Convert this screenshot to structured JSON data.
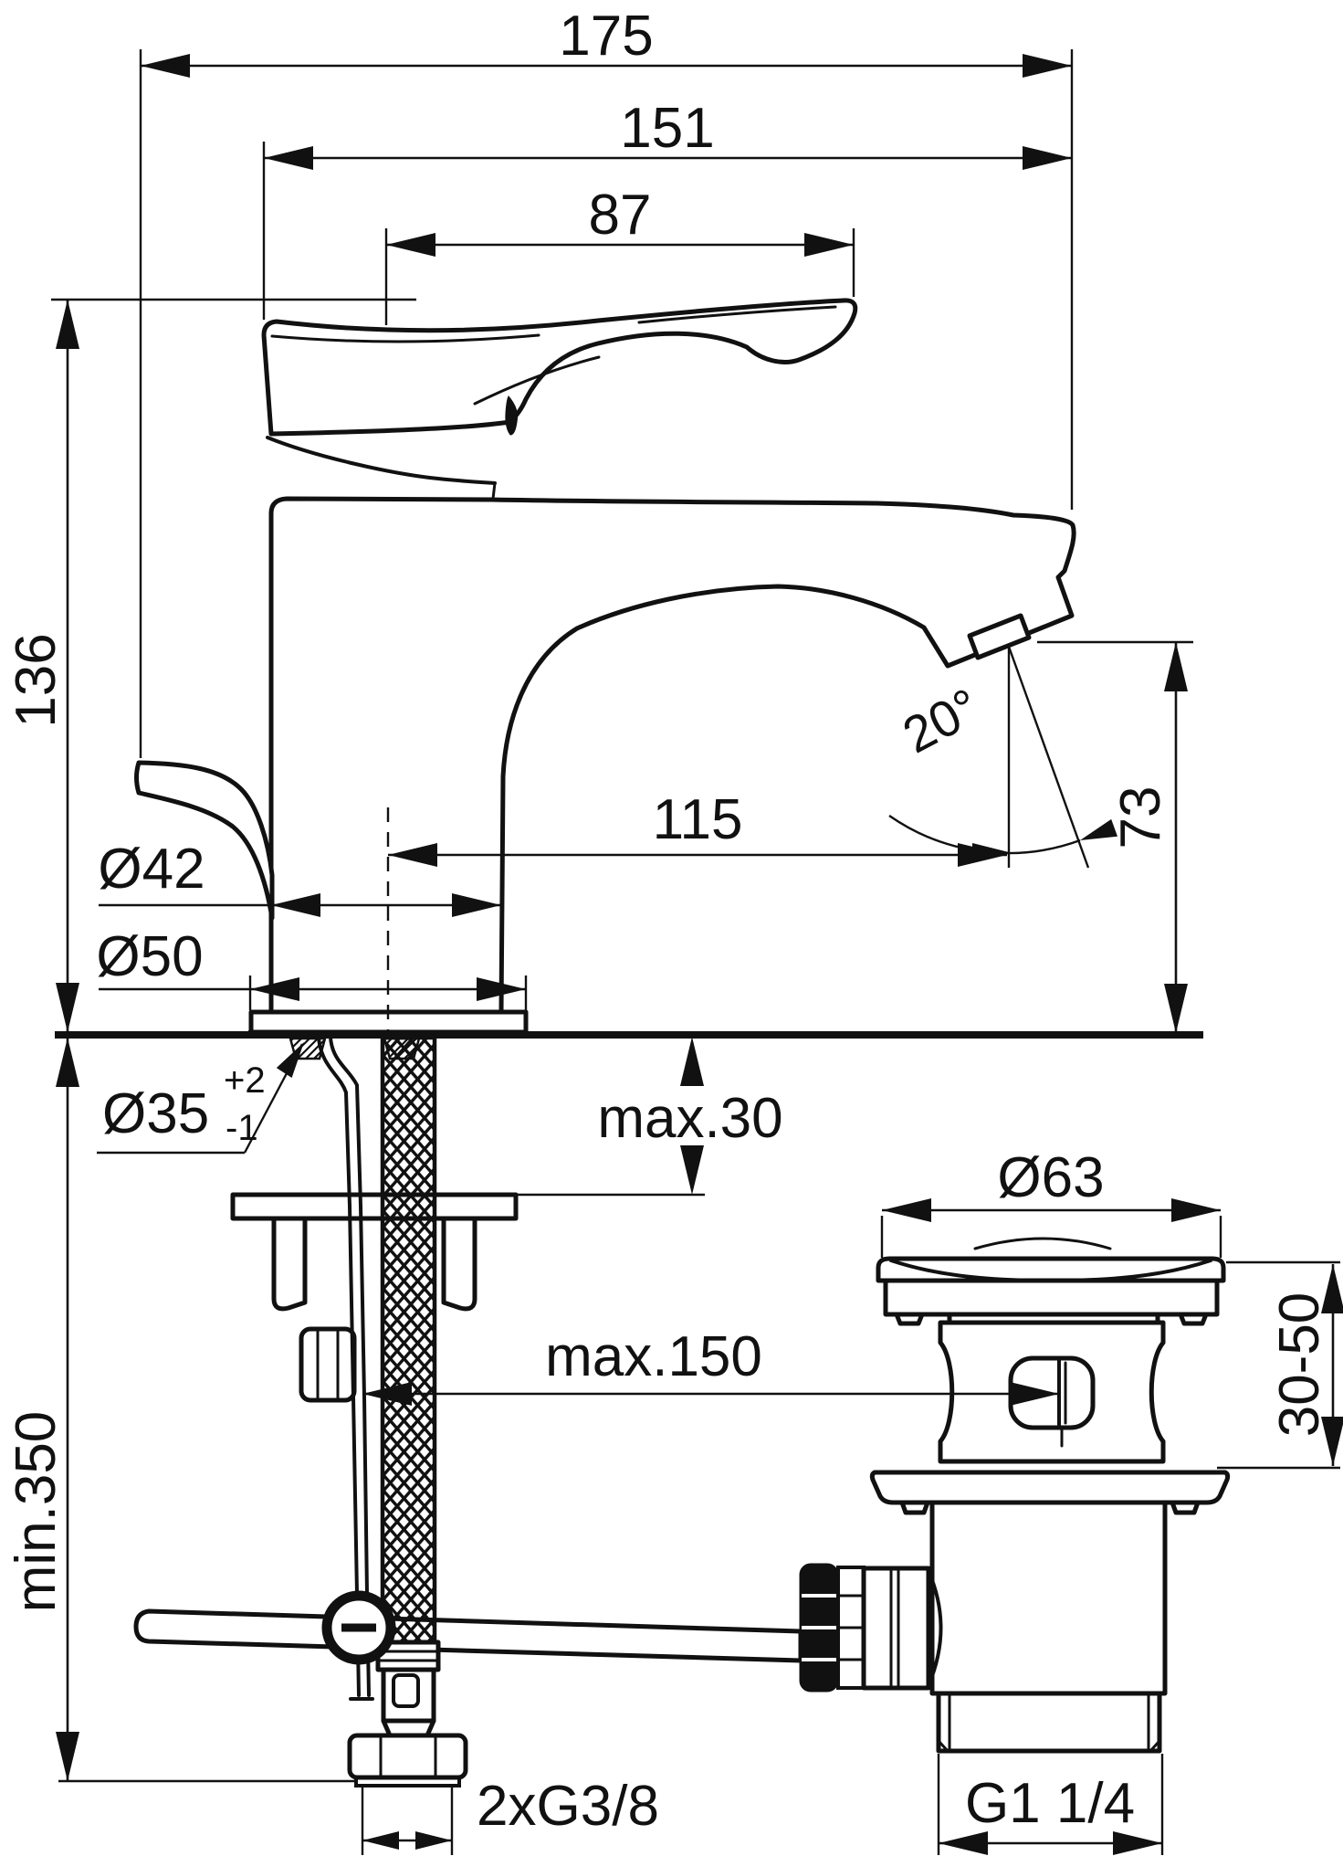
{
  "title": "Basin mixer with pop-up waste — dimensional technical drawing",
  "drawing": {
    "type": "dimensioned technical line drawing",
    "units": "mm",
    "labels": {
      "total_length": "175",
      "body_to_spout_tip": "151",
      "handle_length": "87",
      "body_height": "136",
      "spout_reach": "115",
      "spray_angle": "20°",
      "outlet_height": "73",
      "body_diameter": "Ø42",
      "base_diameter": "Ø50",
      "hole_diameter": "Ø35",
      "hole_tolerance_plus": "+2",
      "hole_tolerance_minus": "-1",
      "deck_thickness": "max.30",
      "rod_to_waste": "max.150",
      "hose_clearance": "min.350",
      "waste_flange_diameter": "Ø63",
      "waste_clamp_range": "30-50",
      "supply_connection": "2xG3/8",
      "waste_connection": "G1 1/4"
    }
  }
}
